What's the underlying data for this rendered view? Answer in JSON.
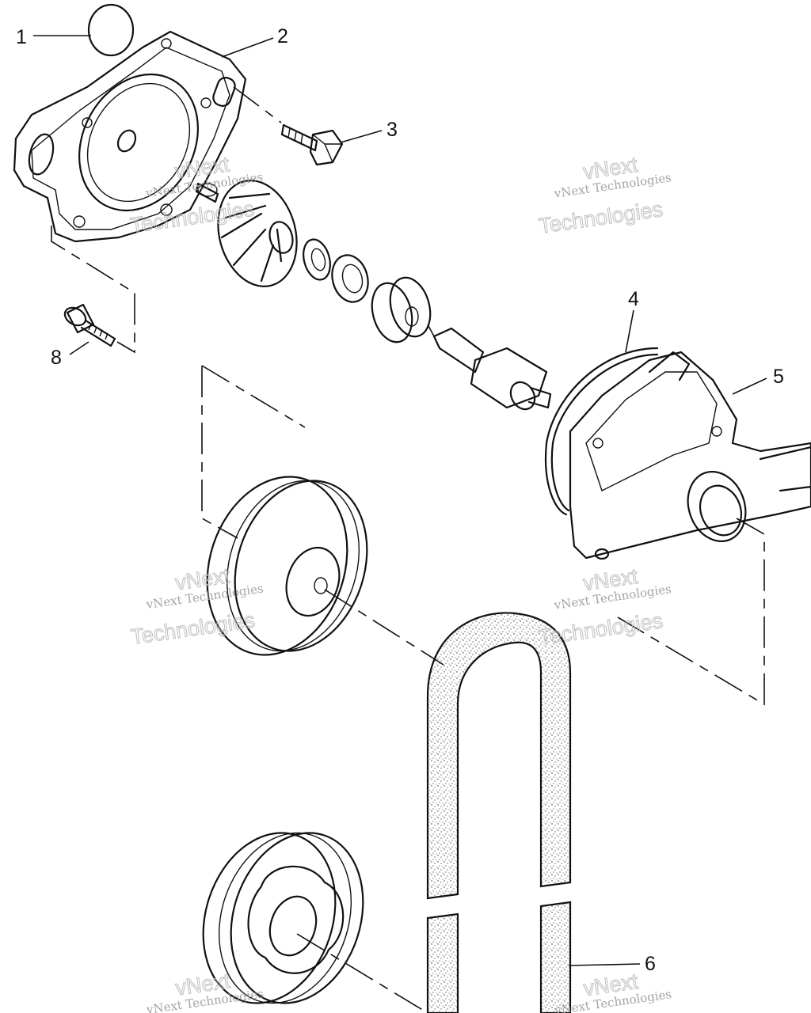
{
  "callouts": [
    {
      "id": "1",
      "label": "1"
    },
    {
      "id": "2",
      "label": "2"
    },
    {
      "id": "3",
      "label": "3"
    },
    {
      "id": "4",
      "label": "4"
    },
    {
      "id": "5",
      "label": "5"
    },
    {
      "id": "6",
      "label": "6"
    },
    {
      "id": "8",
      "label": "8"
    }
  ],
  "watermark": {
    "line1": "vNext Technologies",
    "line2a": "vNext",
    "line2b": "Technologies"
  },
  "colors": {
    "ink": "#111111",
    "watermark": "#9a9a9a",
    "background": "#ffffff"
  }
}
